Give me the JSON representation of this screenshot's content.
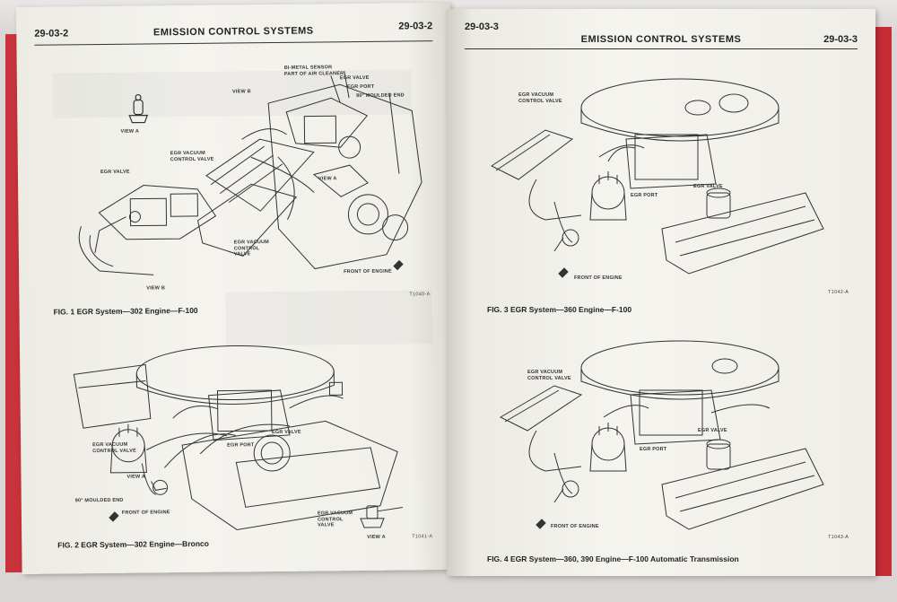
{
  "left_page": {
    "page_number": "29-03-2",
    "section_title": "EMISSION CONTROL SYSTEMS",
    "fig1": {
      "caption": "FIG. 1 EGR System—302 Engine—F-100",
      "ref": "T1040-A",
      "labels": {
        "view_a_1": "VIEW A",
        "view_b_1": "VIEW B",
        "bimetal": "BI-METAL SENSOR PART OF AIR CLEANER",
        "egr_valve_top": "EGR VALVE",
        "egr_port": "EGR PORT",
        "moulded_end": "90° MOULDED END",
        "egr_vacuum_control": "EGR VACUUM CONTROL VALVE",
        "egr_valve_left": "EGR VALVE",
        "view_a_2": "VIEW A",
        "egr_vacuum_control_2": "EGR VACUUM CONTROL VALVE",
        "view_b_2": "VIEW B",
        "front_of_engine": "FRONT OF ENGINE"
      }
    },
    "fig2": {
      "caption": "FIG. 2 EGR System—302 Engine—Bronco",
      "ref": "T1041-A",
      "labels": {
        "egr_vacuum_control": "EGR VACUUM CONTROL VALVE",
        "egr_port": "EGR PORT",
        "egr_valve": "EGR VALVE",
        "view_a": "VIEW A",
        "moulded_end": "90° MOULDED END",
        "front_of_engine": "FRONT OF ENGINE",
        "egr_vacuum_control_2": "EGR VACUUM CONTROL VALVE",
        "view_a_2": "VIEW A"
      }
    }
  },
  "right_page": {
    "page_number_left": "29-03-3",
    "page_number_right": "29-03-3",
    "section_title": "EMISSION CONTROL SYSTEMS",
    "fig3": {
      "caption": "FIG. 3 EGR System—360 Engine—F-100",
      "ref": "T1042-A",
      "labels": {
        "egr_vacuum_control": "EGR VACUUM CONTROL VALVE",
        "egr_valve": "EGR VALVE",
        "egr_port": "EGR PORT",
        "front_of_engine": "FRONT OF ENGINE"
      }
    },
    "fig4": {
      "caption": "FIG. 4 EGR System—360, 390 Engine—F-100 Automatic Transmission",
      "ref": "T1043-A",
      "labels": {
        "egr_vacuum_control": "EGR VACUUM CONTROL VALVE",
        "egr_valve": "EGR VALVE",
        "egr_port": "EGR PORT",
        "front_of_engine": "FRONT OF ENGINE"
      }
    }
  }
}
